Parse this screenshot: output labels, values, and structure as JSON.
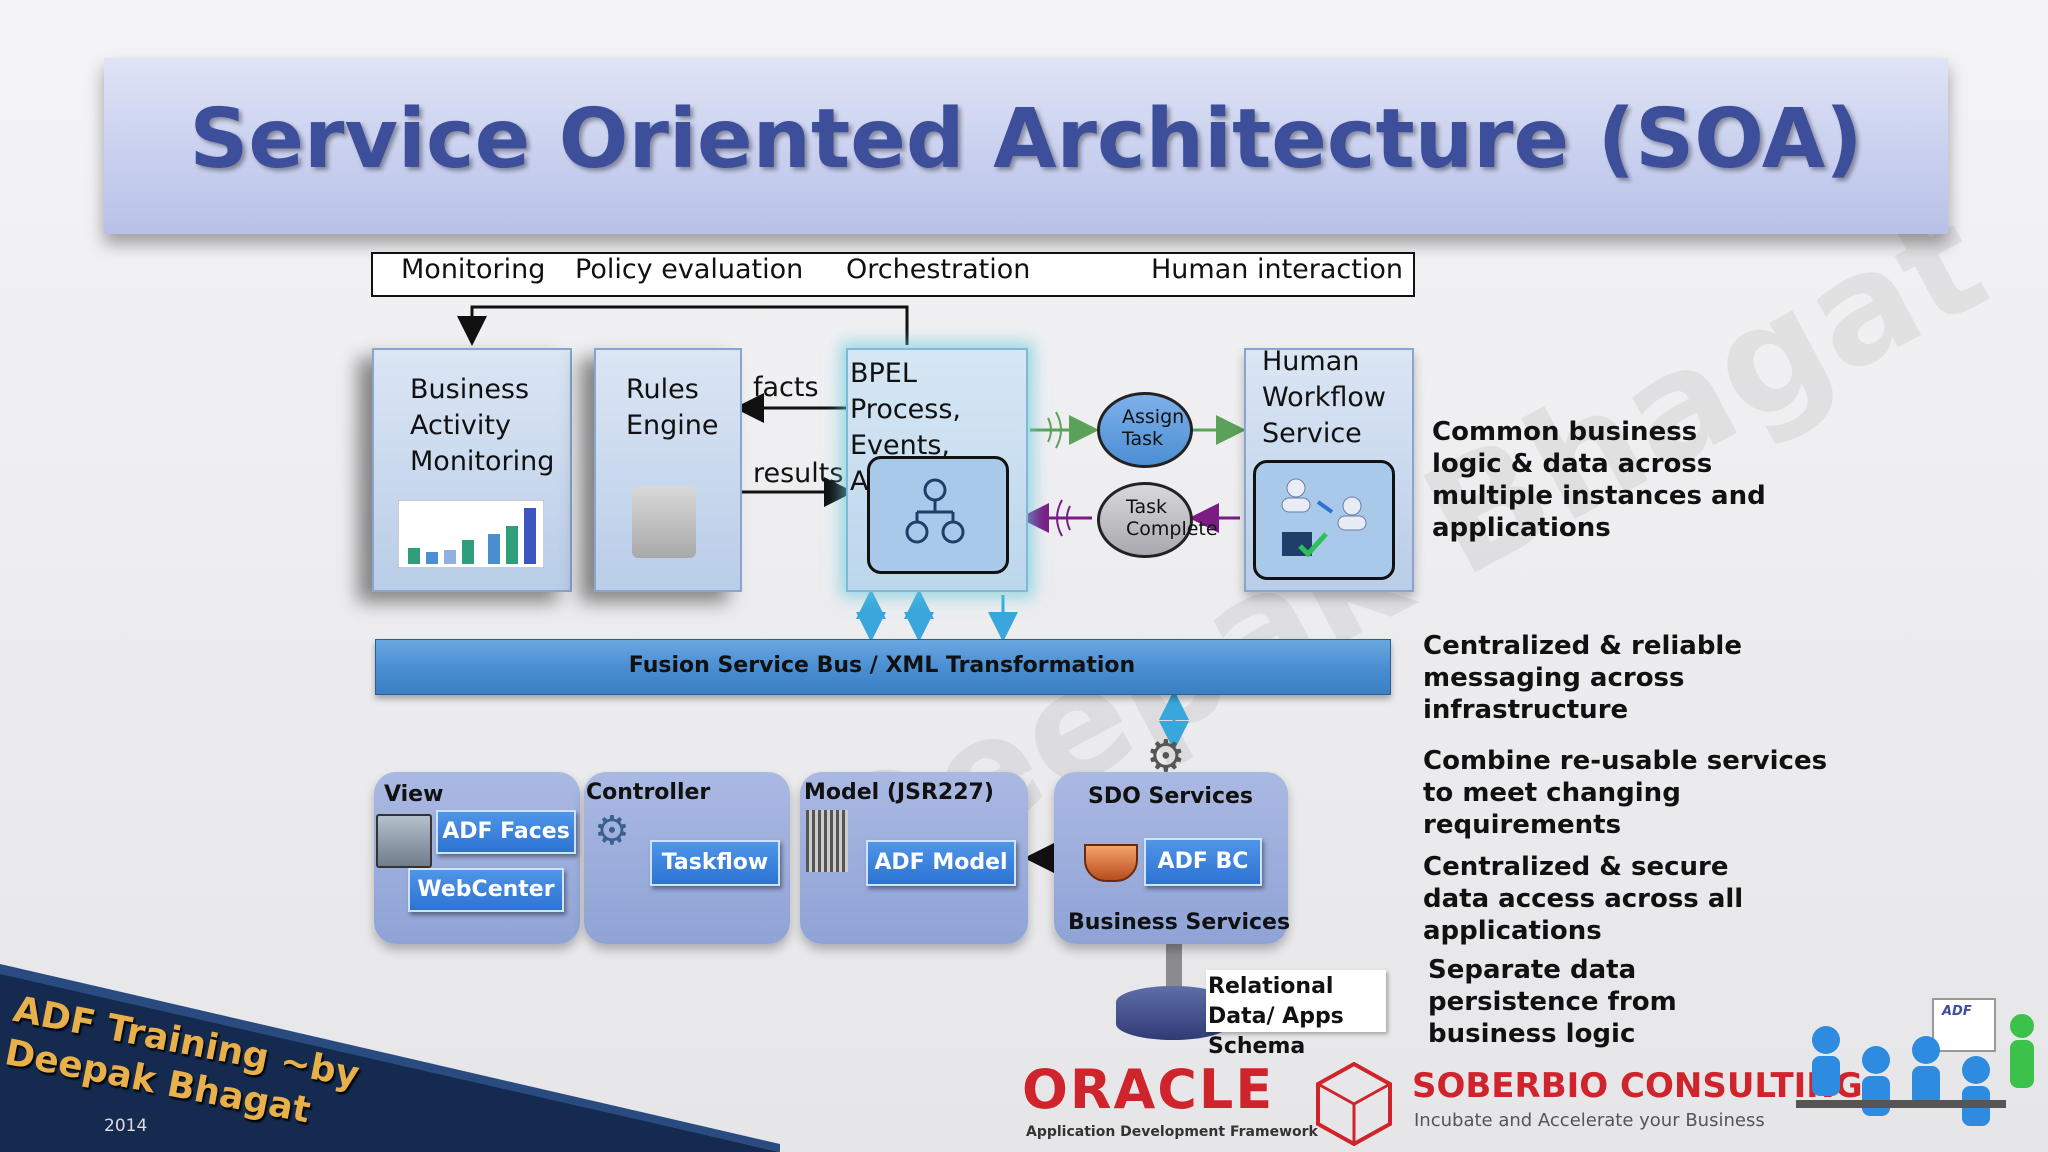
{
  "title": "Service Oriented Architecture (SOA)",
  "top_bar": {
    "items": [
      "Monitoring",
      "Policy evaluation",
      "Orchestration",
      "Human interaction"
    ]
  },
  "cards": {
    "bam": "Business Activity Monitoring",
    "rules": "Rules Engine",
    "bpel": "BPEL Process, Events, Alerts",
    "hws": "Human Workflow Service"
  },
  "arrow_labels": {
    "facts": "facts",
    "results": "results"
  },
  "ovals": {
    "assign": "Assign Task",
    "complete": "Task Complete"
  },
  "bus": {
    "label": "Fusion Service Bus  / XML Transformation"
  },
  "layers": {
    "view": {
      "title": "View",
      "btn1": "ADF Faces",
      "btn2": "WebCenter"
    },
    "controller": {
      "title": "Controller",
      "btn1": "Taskflow"
    },
    "model": {
      "title": "Model (JSR227)",
      "btn1": "ADF Model"
    },
    "sdo": {
      "title": "SDO Services",
      "btn1": "ADF BC",
      "footer": "Business Services"
    }
  },
  "db_label": "Relational Data/ Apps Schema",
  "side_notes": [
    "Common business logic & data across multiple instances and applications",
    "Centralized & reliable messaging across infrastructure",
    "Combine re-usable services to meet changing requirements",
    "Centralized & secure data access across all applications",
    "Separate data persistence from business logic"
  ],
  "branding": {
    "training": "ADF Training ~by Deepak Bhagat",
    "year": "2014",
    "watermark": "Deepak Bhagat",
    "oracle": "ORACLE",
    "oracle_sub": "Application Development Framework",
    "soberbio": "SOBERBIO CONSULTING",
    "soberbio_sub": "Incubate and Accelerate your Business",
    "adf_badge": "ADF"
  },
  "colors": {
    "title": "#3d4f9a",
    "oracle_red": "#d0242c",
    "bus": "#4b8fd3",
    "arrow_green": "#5aa15a",
    "arrow_purple": "#7a1c84"
  },
  "icons": [
    "bar-chart-icon",
    "brain-icon",
    "workflow-icon",
    "users-icon",
    "checklist-icon",
    "gears-icon",
    "coffee-cup-icon",
    "database-icon"
  ]
}
